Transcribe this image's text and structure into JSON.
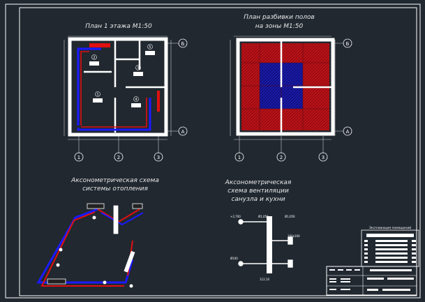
{
  "titles": {
    "plan_floor1": "План 1 этажа М1:50",
    "plan_zones_line1": "План разбивки полов",
    "plan_zones_line2": "на зоны М1:50",
    "axo_heating_line1": "Аксонометрическая схема",
    "axo_heating_line2": "системы отопления",
    "axo_vent_line1": "Аксонометрическая",
    "axo_vent_line2": "схема вентиляции",
    "axo_vent_line3": "санузла и кухни"
  },
  "axes": {
    "row_top": "Б",
    "row_bottom": "А",
    "col_1": "1",
    "col_2": "2",
    "col_3": "3"
  },
  "vent_labels": {
    "left_top": "+2,700",
    "mid_top": "Ø1,050",
    "right_top": "Ø1,050",
    "right_mid": "100x100",
    "left_bottom": "Ø100",
    "bottom": "112,10"
  },
  "room_numbers": [
    "1",
    "2",
    "3",
    "4",
    "5"
  ],
  "stamp": {
    "table_title": "Экспликация помещений"
  },
  "colors": {
    "background": "#212830",
    "wall": "#ffffff",
    "supply_pipe": "#e01010",
    "return_pipe": "#1a1aff",
    "hatch_red": "#c0101a",
    "hatch_blue": "#1818b0",
    "frame": "#ffffff"
  }
}
